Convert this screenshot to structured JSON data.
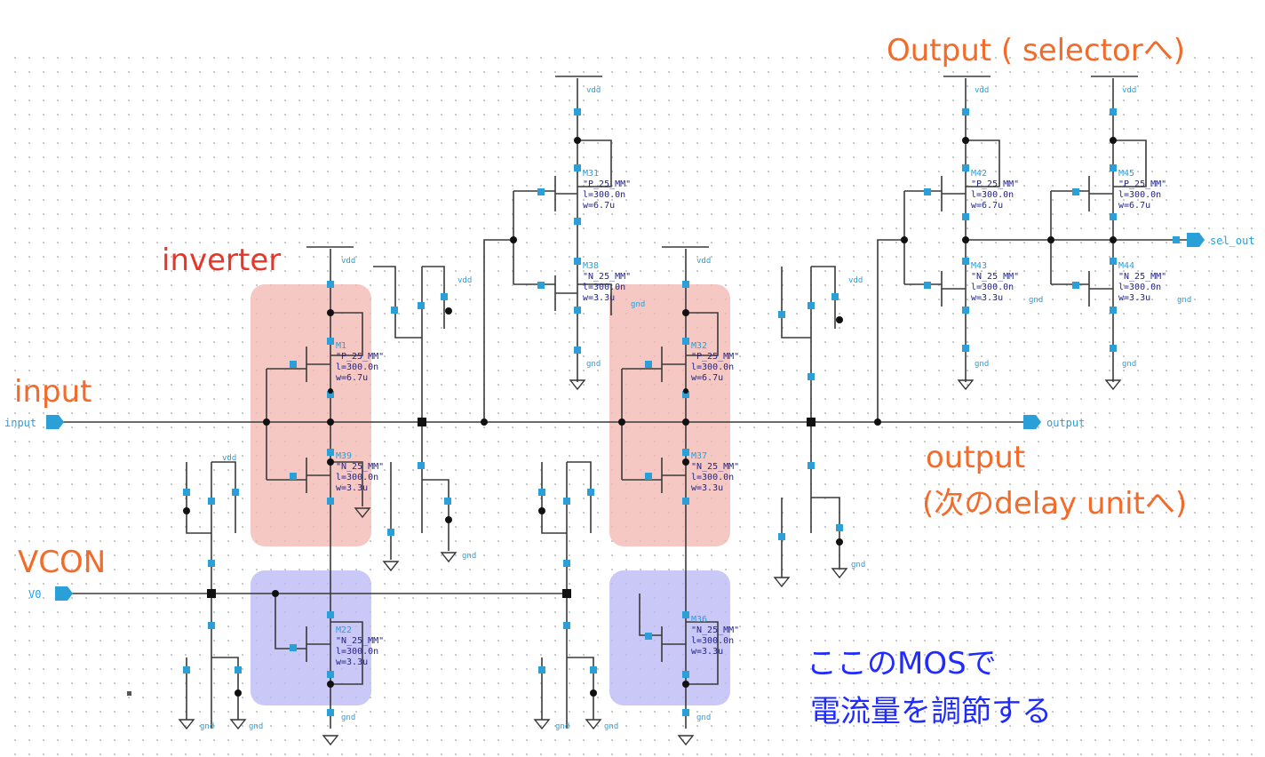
{
  "annotations": {
    "output_selector": "Output ( selectorへ)",
    "inverter": "inverter",
    "input": "input",
    "output_next": "output",
    "output_next2": "(次のdelay unitへ)",
    "vcon": "VCON",
    "mos_note1": "ここのMOSで",
    "mos_note2": "電流量を調節する"
  },
  "ports": {
    "input": "input",
    "output": "output",
    "sel_out": "sel_out",
    "v0": "V0"
  },
  "rails": {
    "vdd": "vdd",
    "gnd": "gnd"
  },
  "transistors": [
    {
      "name": "M1",
      "model": "\"P_25_MM\"",
      "l": "l=300.0n",
      "w": "w=6.7u"
    },
    {
      "name": "M39",
      "model": "\"N_25_MM\"",
      "l": "l=300.0n",
      "w": "w=3.3u"
    },
    {
      "name": "M22",
      "model": "\"N_25_MM\"",
      "l": "l=300.0n",
      "w": "w=3.3u"
    },
    {
      "name": "M31",
      "model": "\"P_25_MM\"",
      "l": "l=300.0n",
      "w": "w=6.7u"
    },
    {
      "name": "M38",
      "model": "\"N_25_MM\"",
      "l": "l=300.0n",
      "w": "w=3.3u"
    },
    {
      "name": "M32",
      "model": "\"P_25_MM\"",
      "l": "l=300.0n",
      "w": "w=6.7u"
    },
    {
      "name": "M37",
      "model": "\"N_25_MM\"",
      "l": "l=300.0n",
      "w": "w=3.3u"
    },
    {
      "name": "M36",
      "model": "\"N_25_MM\"",
      "l": "l=300.0n",
      "w": "w=3.3u"
    },
    {
      "name": "M42",
      "model": "\"P_25_MM\"",
      "l": "l=300.0n",
      "w": "w=6.7u"
    },
    {
      "name": "M43",
      "model": "\"N_25_MM\"",
      "l": "l=300.0n",
      "w": "w=3.3u"
    },
    {
      "name": "M45",
      "model": "\"P_25_MM\"",
      "l": "l=300.0n",
      "w": "w=6.7u"
    },
    {
      "name": "M44",
      "model": "\"N_25_MM\"",
      "l": "l=300.0n",
      "w": "w=3.3u"
    }
  ],
  "colors": {
    "highlight_red": "#f2b5b0",
    "highlight_blue": "#bdbaf5",
    "pin": "#2a9fd8",
    "label_param": "#23238a"
  }
}
